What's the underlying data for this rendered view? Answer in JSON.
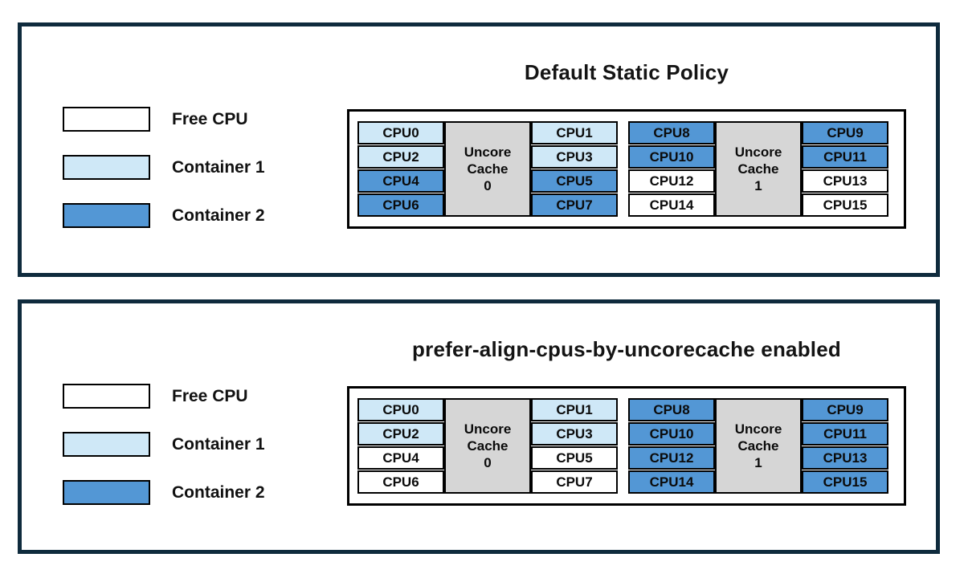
{
  "colors": {
    "free": "#ffffff",
    "container1": "#cfe8f7",
    "container2": "#5397d5",
    "cache_background": "#d6d6d6",
    "panel_border": "#0f2b3d",
    "cell_border": "#000000"
  },
  "legend": {
    "items": [
      {
        "label": "Free CPU",
        "state": "free"
      },
      {
        "label": "Container 1",
        "state": "container1"
      },
      {
        "label": "Container 2",
        "state": "container2"
      }
    ]
  },
  "panels": [
    {
      "title": "Default Static Policy",
      "groups": [
        {
          "cache_lines": [
            "Uncore",
            "Cache",
            "0"
          ],
          "left_cpus": [
            {
              "label": "CPU0",
              "state": "container1"
            },
            {
              "label": "CPU2",
              "state": "container1"
            },
            {
              "label": "CPU4",
              "state": "container2"
            },
            {
              "label": "CPU6",
              "state": "container2"
            }
          ],
          "right_cpus": [
            {
              "label": "CPU1",
              "state": "container1"
            },
            {
              "label": "CPU3",
              "state": "container1"
            },
            {
              "label": "CPU5",
              "state": "container2"
            },
            {
              "label": "CPU7",
              "state": "container2"
            }
          ]
        },
        {
          "cache_lines": [
            "Uncore",
            "Cache",
            "1"
          ],
          "left_cpus": [
            {
              "label": "CPU8",
              "state": "container2"
            },
            {
              "label": "CPU10",
              "state": "container2"
            },
            {
              "label": "CPU12",
              "state": "free"
            },
            {
              "label": "CPU14",
              "state": "free"
            }
          ],
          "right_cpus": [
            {
              "label": "CPU9",
              "state": "container2"
            },
            {
              "label": "CPU11",
              "state": "container2"
            },
            {
              "label": "CPU13",
              "state": "free"
            },
            {
              "label": "CPU15",
              "state": "free"
            }
          ]
        }
      ]
    },
    {
      "title": "prefer-align-cpus-by-uncorecache enabled",
      "groups": [
        {
          "cache_lines": [
            "Uncore",
            "Cache",
            "0"
          ],
          "left_cpus": [
            {
              "label": "CPU0",
              "state": "container1"
            },
            {
              "label": "CPU2",
              "state": "container1"
            },
            {
              "label": "CPU4",
              "state": "free"
            },
            {
              "label": "CPU6",
              "state": "free"
            }
          ],
          "right_cpus": [
            {
              "label": "CPU1",
              "state": "container1"
            },
            {
              "label": "CPU3",
              "state": "container1"
            },
            {
              "label": "CPU5",
              "state": "free"
            },
            {
              "label": "CPU7",
              "state": "free"
            }
          ]
        },
        {
          "cache_lines": [
            "Uncore",
            "Cache",
            "1"
          ],
          "left_cpus": [
            {
              "label": "CPU8",
              "state": "container2"
            },
            {
              "label": "CPU10",
              "state": "container2"
            },
            {
              "label": "CPU12",
              "state": "container2"
            },
            {
              "label": "CPU14",
              "state": "container2"
            }
          ],
          "right_cpus": [
            {
              "label": "CPU9",
              "state": "container2"
            },
            {
              "label": "CPU11",
              "state": "container2"
            },
            {
              "label": "CPU13",
              "state": "container2"
            },
            {
              "label": "CPU15",
              "state": "container2"
            }
          ]
        }
      ]
    }
  ]
}
